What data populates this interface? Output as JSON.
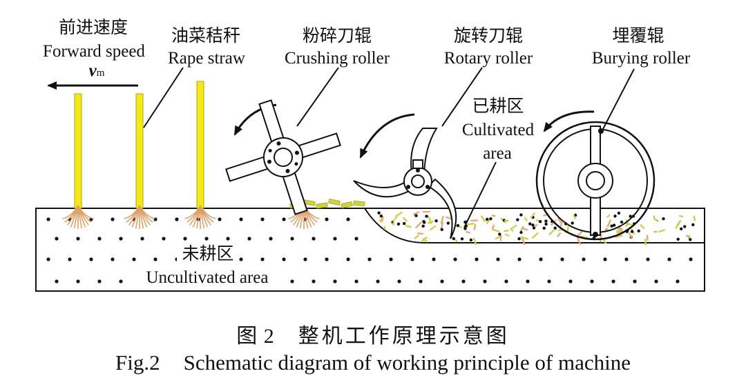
{
  "labels": {
    "forward_speed_cn": "前进速度",
    "forward_speed_en": "Forward speed",
    "speed_symbol": "v",
    "speed_subscript": "m",
    "straw_cn": "油菜秸秆",
    "straw_en": "Rape straw",
    "crushing_cn": "粉碎刀辊",
    "crushing_en": "Crushing roller",
    "rotary_cn": "旋转刀辊",
    "rotary_en": "Rotary roller",
    "burying_cn": "埋覆辊",
    "burying_en": "Burying roller",
    "cultivated_cn": "已耕区",
    "cultivated_en_1": "Cultivated",
    "cultivated_en_2": "area",
    "uncultivated_cn": "未耕区",
    "uncultivated_en": "Uncultivated area"
  },
  "caption": {
    "cn_fig": "图 2",
    "cn_title": "整机工作原理示意图",
    "en_fig": "Fig.2",
    "en_title": "Schematic diagram of working principle of machine"
  },
  "colors": {
    "straw": "#f2e81a",
    "straw_outline": "#b5a600",
    "roots": "#e0a06a",
    "soil_dot": "#111111",
    "outline": "#111111",
    "chaff_green": "#c9d24a",
    "chaff_orange": "#e6a777"
  }
}
